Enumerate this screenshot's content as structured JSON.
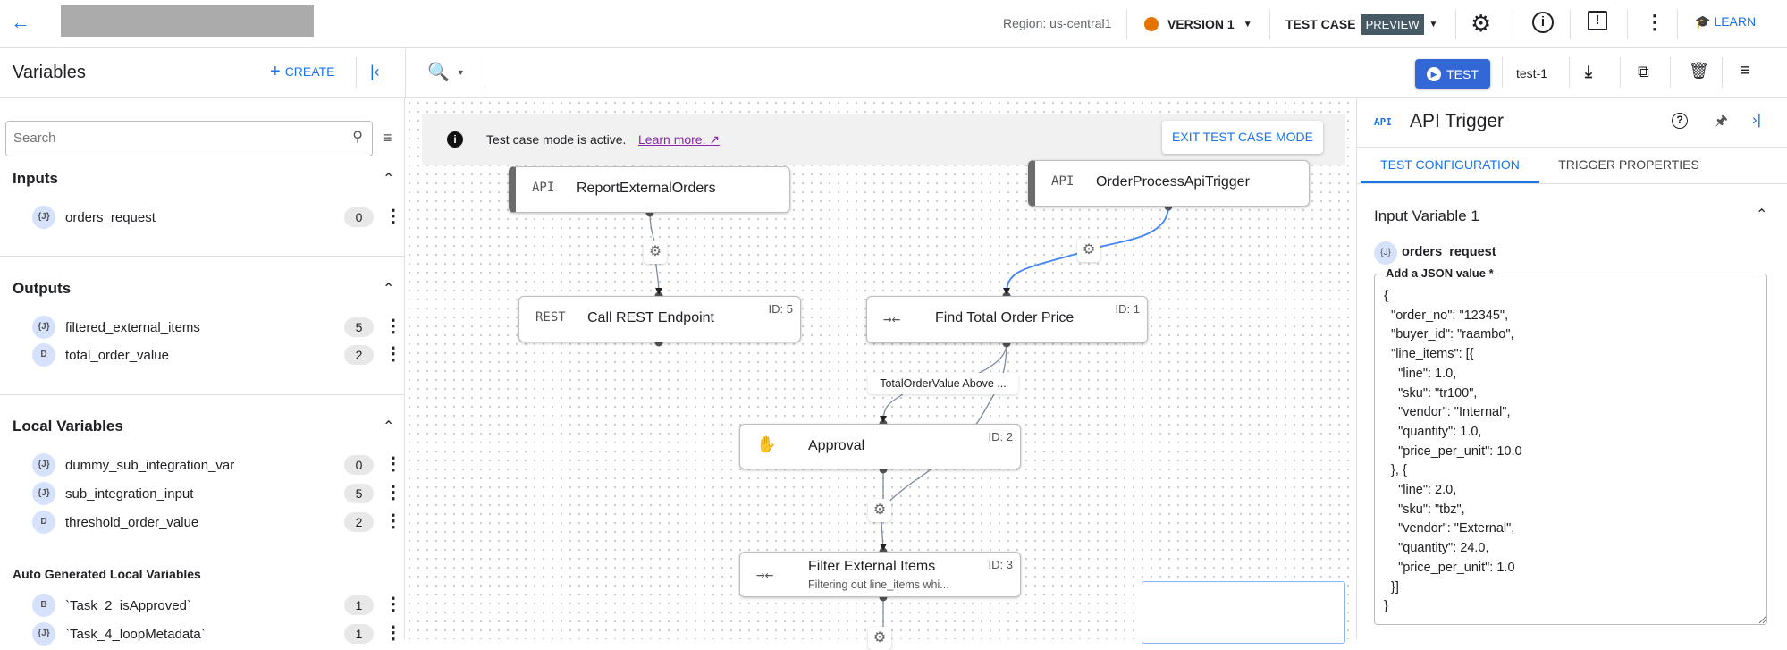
{
  "header": {
    "region": "Region: us-central1",
    "version": "VERSION 1",
    "version_color": "#e37400",
    "test_case": "TEST CASE",
    "preview_badge": "PREVIEW",
    "learn": "LEARN"
  },
  "toolbar": {
    "variables_title": "Variables",
    "create": "CREATE",
    "test_button": "TEST",
    "test_name": "test-1"
  },
  "search": {
    "placeholder": "Search"
  },
  "sections": {
    "inputs": {
      "title": "Inputs",
      "items": [
        {
          "type": "{J}",
          "name": "orders_request",
          "count": "0"
        }
      ]
    },
    "outputs": {
      "title": "Outputs",
      "items": [
        {
          "type": "{J}",
          "name": "filtered_external_items",
          "count": "5"
        },
        {
          "type": "D",
          "name": "total_order_value",
          "count": "2"
        }
      ]
    },
    "locals": {
      "title": "Local Variables",
      "items": [
        {
          "type": "{J}",
          "name": "dummy_sub_integration_var",
          "count": "0"
        },
        {
          "type": "{J}",
          "name": "sub_integration_input",
          "count": "5"
        },
        {
          "type": "D",
          "name": "threshold_order_value",
          "count": "2"
        }
      ]
    },
    "auto": {
      "title": "Auto Generated Local Variables",
      "items": [
        {
          "type": "B",
          "name": "`Task_2_isApproved`",
          "count": "1"
        },
        {
          "type": "{J}",
          "name": "`Task_4_loopMetadata`",
          "count": "1"
        }
      ]
    }
  },
  "banner": {
    "text": "Test case mode is active.",
    "link": "Learn more.",
    "exit": "EXIT TEST CASE MODE"
  },
  "nodes": {
    "report": {
      "icon": "API",
      "title": "ReportExternalOrders"
    },
    "order": {
      "icon": "API",
      "title": "OrderProcessApiTrigger"
    },
    "rest": {
      "icon": "REST",
      "title": "Call REST Endpoint",
      "id": "ID: 5"
    },
    "find": {
      "title": "Find Total Order Price",
      "id": "ID: 1"
    },
    "approval": {
      "title": "Approval",
      "id": "ID: 2"
    },
    "filter": {
      "title": "Filter External Items",
      "subtitle": "Filtering out line_items whi...",
      "id": "ID: 3"
    },
    "edge_label": "TotalOrderValue Above ..."
  },
  "panel": {
    "icon": "API",
    "title": "API Trigger",
    "tabs": [
      {
        "label": "TEST CONFIGURATION",
        "active": true
      },
      {
        "label": "TRIGGER PROPERTIES",
        "active": false
      }
    ],
    "section": "Input Variable 1",
    "var_type": "{J}",
    "var_name": "orders_request",
    "field_label": "Add a JSON value *",
    "json_value": "{\n  \"order_no\": \"12345\",\n  \"buyer_id\": \"raambo\",\n  \"line_items\": [{\n    \"line\": 1.0,\n    \"sku\": \"tr100\",\n    \"vendor\": \"Internal\",\n    \"quantity\": 1.0,\n    \"price_per_unit\": 10.0\n  }, {\n    \"line\": 2.0,\n    \"sku\": \"tbz\",\n    \"vendor\": \"External\",\n    \"quantity\": 24.0,\n    \"price_per_unit\": 1.0\n  }]\n}"
  },
  "colors": {
    "accent": "#1a73e8",
    "test_button": "#3367d6",
    "preview_bg": "#455a64",
    "link": "#8e24aa",
    "active_edge": "#4285f4"
  }
}
